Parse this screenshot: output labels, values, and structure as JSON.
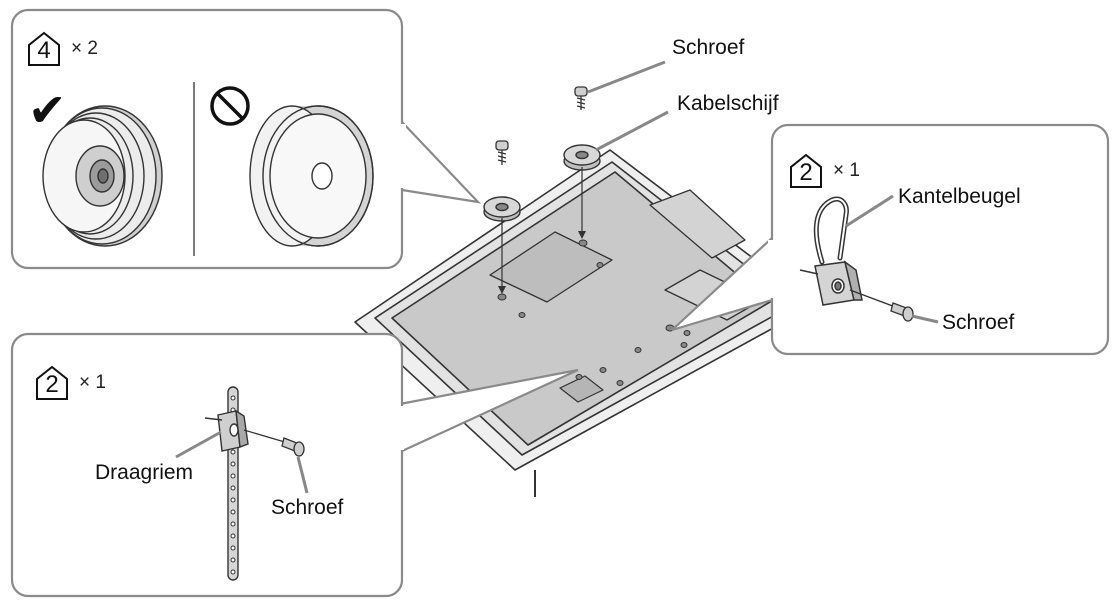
{
  "labels": {
    "top_screw": "Schroef",
    "cable_disc": "Kabelschijf",
    "tilt_bracket": "Kantelbeugel",
    "right_screw": "Schroef",
    "strap": "Draagriem",
    "bottom_screw": "Schroef"
  },
  "callouts": {
    "top_left": {
      "part_number": "4",
      "quantity": "× 2"
    },
    "right": {
      "part_number": "2",
      "quantity": "× 1"
    },
    "bottom_left": {
      "part_number": "2",
      "quantity": "× 1"
    }
  },
  "icons": {
    "correct": "check-mark-icon",
    "incorrect": "prohibited-icon"
  },
  "colors": {
    "line": "#333333",
    "panel_border": "#8a8a8a",
    "tv_back": "#c9c9c9",
    "tv_frame": "#e6e6e6",
    "part_gray": "#d4d4d4"
  }
}
